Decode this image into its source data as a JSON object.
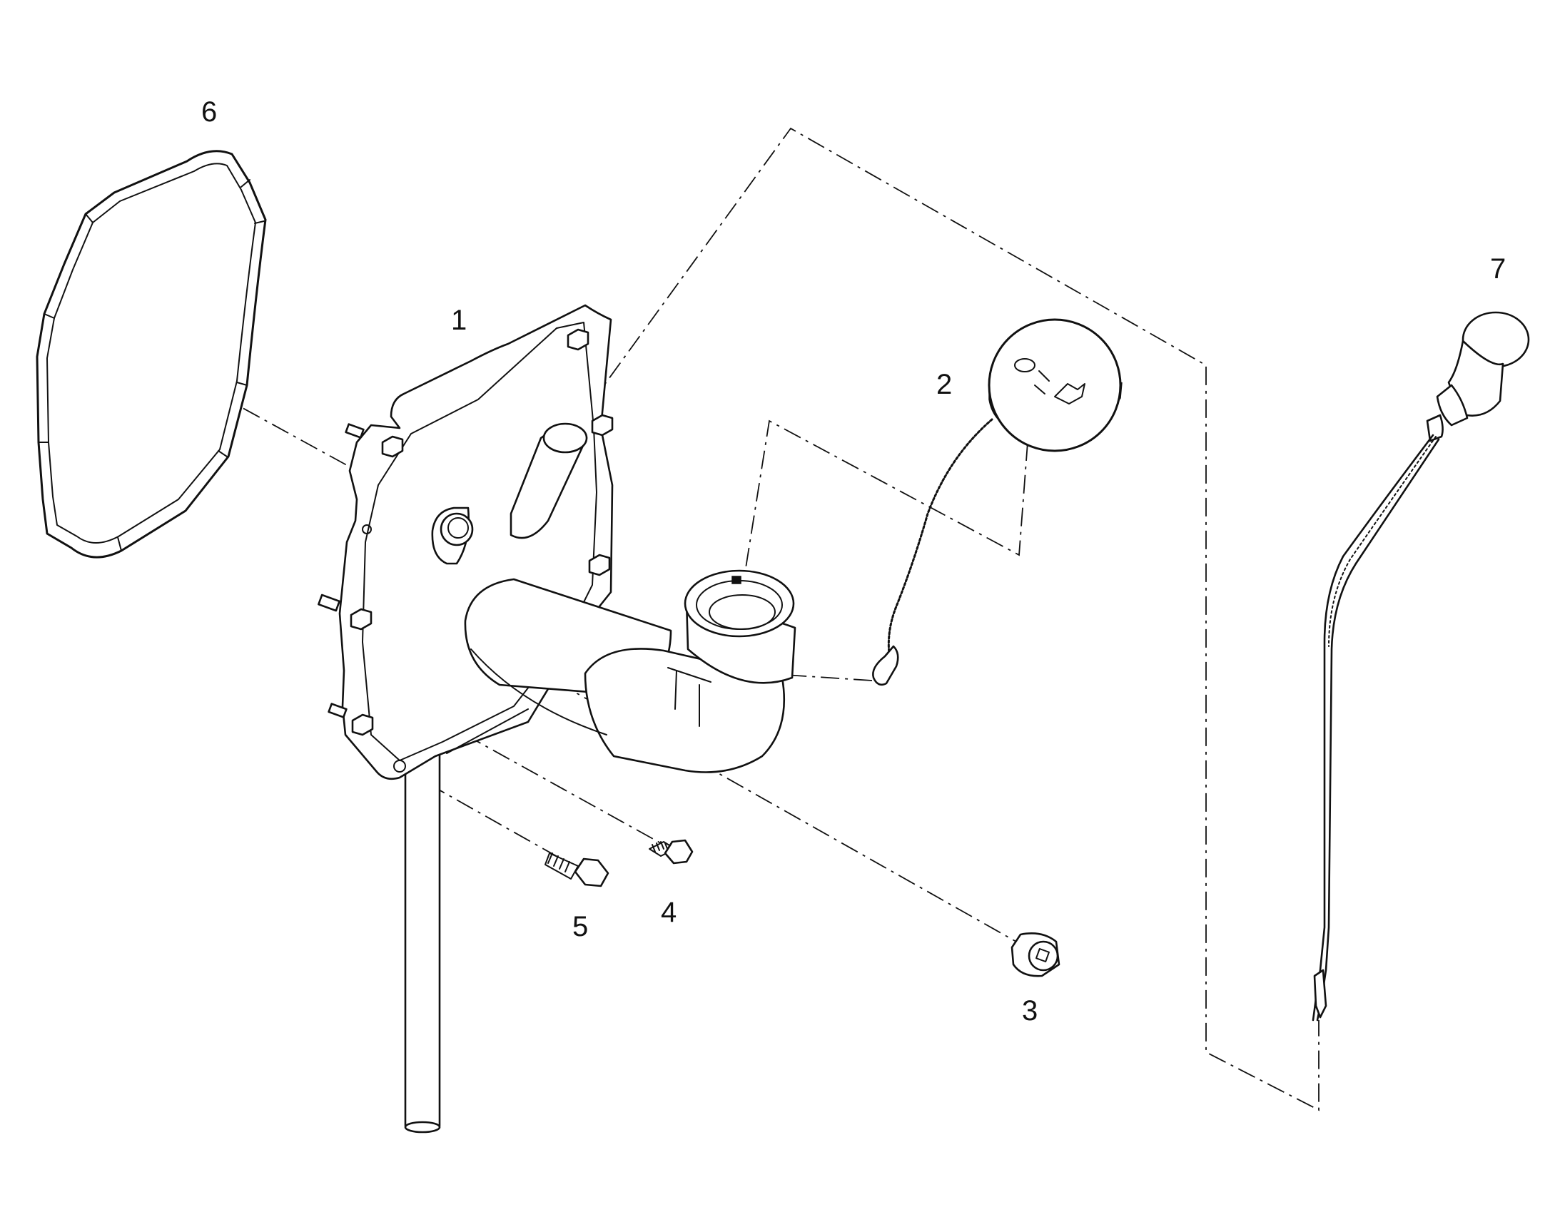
{
  "diagram": {
    "callouts": [
      {
        "id": "1",
        "label": "1"
      },
      {
        "id": "2",
        "label": "2"
      },
      {
        "id": "3",
        "label": "3"
      },
      {
        "id": "4",
        "label": "4"
      },
      {
        "id": "5",
        "label": "5"
      },
      {
        "id": "6",
        "label": "6"
      },
      {
        "id": "7",
        "label": "7"
      }
    ],
    "colors": {
      "line": "#111111",
      "background": "#ffffff"
    }
  }
}
